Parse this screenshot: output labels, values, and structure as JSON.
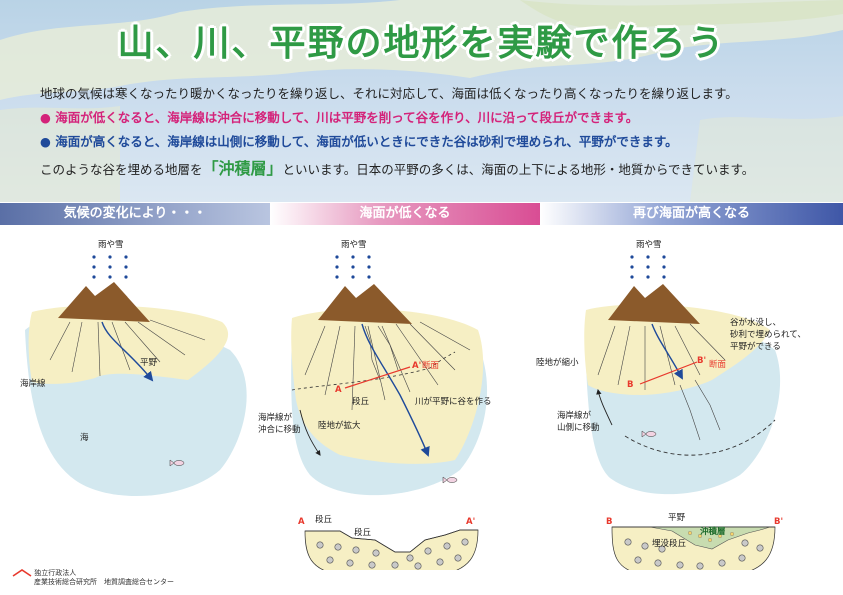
{
  "title": "山、川、平野の地形を実験で作ろう",
  "intro": {
    "line1": "地球の気候は寒くなったり暖かくなったりを繰り返し、それに対応して、海面は低くなったり高くなったりを繰り返します。",
    "line2": "● 海面が低くなると、海岸線は沖合に移動して、川は平野を削って谷を作り、川に沿って段丘ができます。",
    "line3": "● 海面が高くなると、海岸線は山側に移動して、海面が低いときにできた谷は砂利で埋められ、平野ができます。",
    "line4_pre": "このような谷を埋める地層を",
    "line4_highlight": "「沖積層」",
    "line4_post": "といいます。日本の平野の多くは、海面の上下による地形・地質からできています。"
  },
  "panels": [
    {
      "header": "気候の変化により・・・",
      "rain": "雨や雪",
      "plain": "平野",
      "coastline": "海岸線",
      "sea": "海"
    },
    {
      "header": "海面が低くなる",
      "rain": "雨や雪",
      "section_label": "断面",
      "point_a": "A",
      "point_a2": "A'",
      "terrace": "段丘",
      "river_note": "川が平野に谷を作る",
      "coast_move": [
        "海岸線が",
        "沖合に移動"
      ],
      "land_note": "陸地が拡大"
    },
    {
      "header": "再び海面が高くなる",
      "rain": "雨や雪",
      "fill_note": [
        "谷が水没し、",
        "砂利で埋められて、",
        "平野ができる"
      ],
      "land_note": "陸地が縮小",
      "point_b": "B",
      "point_b2": "B'",
      "section_label": "断面",
      "coast_move": [
        "海岸線が",
        "山側に移動"
      ]
    }
  ],
  "sections": [
    {
      "left": "A",
      "right": "A'",
      "terrace1": "段丘",
      "terrace2": "段丘"
    },
    {
      "left": "B",
      "right": "B'",
      "plain": "平野",
      "alluvium": "沖積層",
      "buried": "埋没段丘"
    }
  ],
  "footer": {
    "org_type": "独立行政法人",
    "org": "産業技術総合研究所　地質調査総合センター"
  },
  "colors": {
    "title": "#2f9a45",
    "magenta": "#d4237a",
    "blue": "#1f4a9a",
    "land": "#f6efc4",
    "sea": "#d3e8ef",
    "mountain": "#8b5a2b",
    "red": "#e8392d"
  }
}
